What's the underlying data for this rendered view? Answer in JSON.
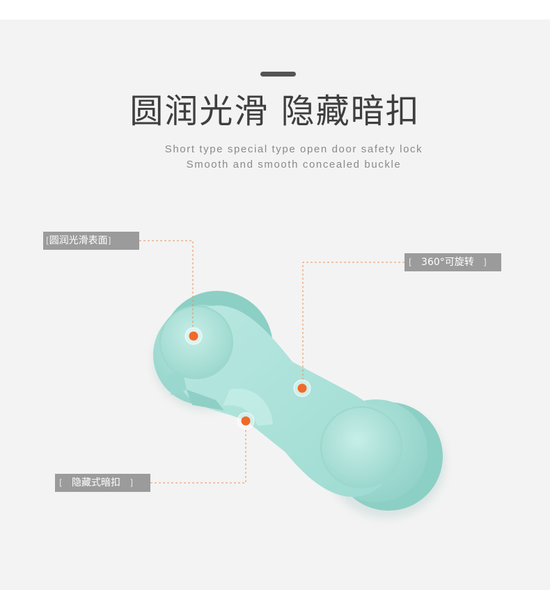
{
  "header": {
    "title": "圆润光滑 隐藏暗扣",
    "subtitle_line1": "Short type special type open door safety lock",
    "subtitle_line2": "Smooth and smooth concealed buckle"
  },
  "callouts": [
    {
      "id": "surface",
      "open": "[",
      "text": "圆润光滑表面",
      "close": "]"
    },
    {
      "id": "rotate",
      "open": "[",
      "text": "360°可旋转",
      "close": "]"
    },
    {
      "id": "buckle",
      "open": "[",
      "text": "隐藏式暗扣",
      "close": "]"
    }
  ],
  "colors": {
    "background": "#f3f3f3",
    "product": "#a8e0d8",
    "dot": "#f06a2a",
    "leader": "#e9905a",
    "label_bg": "#9b9b9b"
  }
}
